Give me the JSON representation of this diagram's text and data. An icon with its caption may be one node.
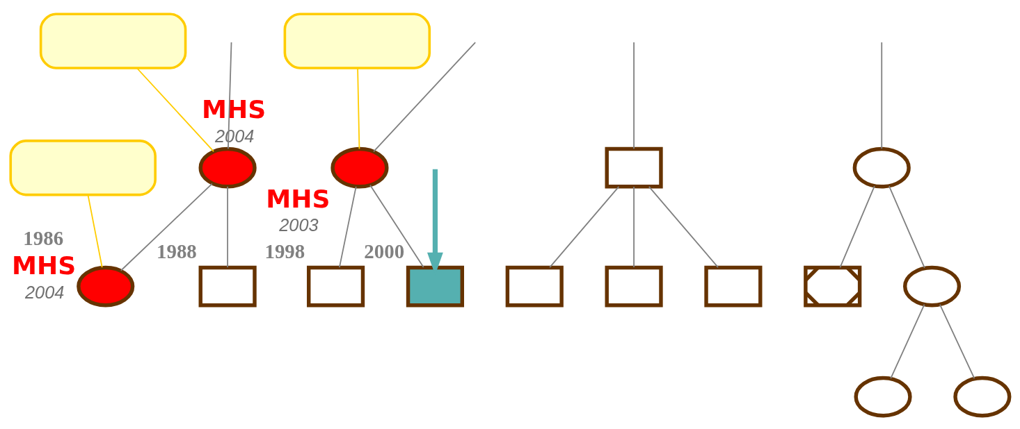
{
  "diagram": {
    "nodes": [
      {
        "text": [],
        "shape": "callout"
      },
      {
        "text": [],
        "shape": "callout"
      },
      {
        "text": [],
        "shape": "callout"
      },
      {
        "text": [],
        "shape": "circle",
        "beside": [
          "MHS",
          "2004"
        ]
      },
      {
        "text": [],
        "shape": "circle",
        "beside": [
          "MHS",
          "2003"
        ]
      },
      {
        "text": [],
        "shape": "box"
      },
      {
        "text": [],
        "shape": "circle"
      },
      {
        "text": [],
        "shape": "circle",
        "beside": [
          "1986",
          "MHS",
          "2004"
        ]
      },
      {
        "text": [],
        "shape": "box",
        "beside": [
          "1988"
        ]
      },
      {
        "text": [],
        "shape": "box",
        "beside": [
          "1998"
        ]
      },
      {
        "text": [],
        "shape": "box",
        "beside": [
          "2000"
        ]
      },
      {
        "text": [],
        "shape": "box"
      },
      {
        "text": [],
        "shape": "box"
      },
      {
        "text": [],
        "shape": "box"
      },
      {
        "text": [],
        "shape": "box"
      },
      {
        "text": [],
        "shape": "circle"
      },
      {
        "text": [],
        "shape": "circle"
      },
      {
        "text": [],
        "shape": "circle"
      }
    ],
    "edges": [
      {
        "from": null,
        "to": 3,
        "arrow": "none"
      },
      {
        "from": null,
        "to": 4,
        "arrow": "none"
      },
      {
        "from": null,
        "to": 5,
        "arrow": "none"
      },
      {
        "from": null,
        "to": 6,
        "arrow": "none"
      },
      {
        "from": 0,
        "to": 3,
        "arrow": "none",
        "color": "#ffcc00"
      },
      {
        "from": 1,
        "to": 4,
        "arrow": "none",
        "color": "#ffcc00"
      },
      {
        "from": 3,
        "to": 7,
        "arrow": "none"
      },
      {
        "from": 3,
        "to": 8,
        "arrow": "none"
      },
      {
        "from": 4,
        "to": 9,
        "arrow": "none"
      },
      {
        "from": 4,
        "to": 10,
        "arrow": "none"
      },
      {
        "from": 2,
        "to": 7,
        "arrow": "none",
        "color": "#ffcc00"
      },
      {
        "from": null,
        "to": 10,
        "arrow": "to",
        "style": "thick",
        "color": "#55b0b0"
      },
      {
        "from": 5,
        "to": 11,
        "arrow": "none"
      },
      {
        "from": 5,
        "to": 12,
        "arrow": "none"
      },
      {
        "from": 5,
        "to": 13,
        "arrow": "none"
      },
      {
        "from": 6,
        "to": 14,
        "arrow": "none"
      },
      {
        "from": 6,
        "to": 15,
        "arrow": "none"
      },
      {
        "from": 15,
        "to": 16,
        "arrow": "none"
      },
      {
        "from": 15,
        "to": 17,
        "arrow": "none"
      }
    ]
  }
}
